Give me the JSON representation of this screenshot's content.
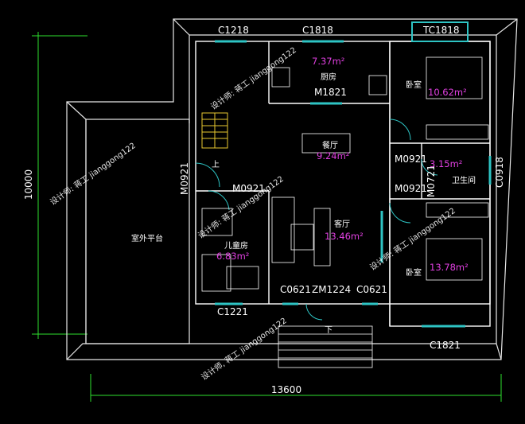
{
  "colors": {
    "background": "#000000",
    "wall": "#ffffff",
    "window": "#2ec4c4",
    "dimension": "#2ee02e",
    "area": "#e040e0",
    "text": "#ffffff",
    "stair": "#e8c830"
  },
  "dimensions": {
    "width": "13600",
    "height": "10000"
  },
  "rooms": {
    "kitchen": {
      "name": "厨房",
      "area": "7.37m²"
    },
    "dining": {
      "name": "餐厅",
      "area": "9.24m²"
    },
    "living": {
      "name": "客厅",
      "area": "13.46m²"
    },
    "bedroom1": {
      "name": "卧室",
      "area": "10.62m²"
    },
    "bath": {
      "name": "卫生间",
      "area": "3.15m²"
    },
    "bedroom2": {
      "name": "卧室",
      "area": "13.78m²"
    },
    "kids": {
      "name": "儿童房",
      "area": "6.83m²"
    },
    "terrace": {
      "name": "室外平台"
    }
  },
  "openings": {
    "c1218": "C1218",
    "c1818": "C1818",
    "tc1818": "TC1818",
    "m1821": "M1821",
    "m0921_left": "M0921",
    "m0921_mid": "M0921",
    "m0921_r1": "M0921",
    "m0921_r2": "M0921",
    "m0721": "M0721",
    "c0918": "C0918",
    "c0621_a": "C0621",
    "zm1224": "ZM1224",
    "c0621_b": "C0621",
    "c1221": "C1221",
    "c1821": "C1821"
  },
  "stair_marks": {
    "up": "上",
    "down": "下"
  },
  "watermarks": {
    "text1": "设计师: 蒋工 jianggong122",
    "text2": "设计师, 蒋工 jianggong122"
  }
}
